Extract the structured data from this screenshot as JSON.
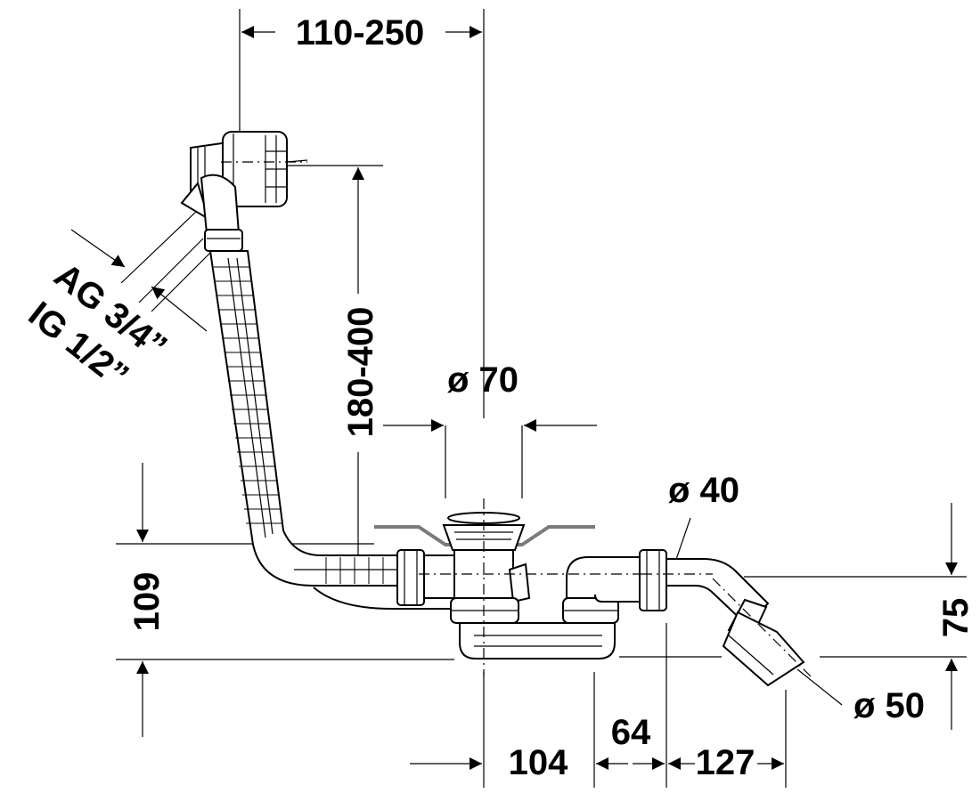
{
  "dimensions": {
    "overflow_offset": "110-250",
    "overflow_height": "180-400",
    "waste_diameter": "ø 70",
    "outlet_diameter_40": "ø 40",
    "outlet_diameter_50": "ø 50",
    "trap_height": "109",
    "outlet_height": "75",
    "dist_104": "104",
    "dist_64": "64",
    "dist_127": "127",
    "thread_ag": "AG 3/4”",
    "thread_ig": "IG 1/2”"
  },
  "colors": {
    "line": "#000000",
    "bath_bottom": "#7a7a7a",
    "background": "#ffffff"
  }
}
